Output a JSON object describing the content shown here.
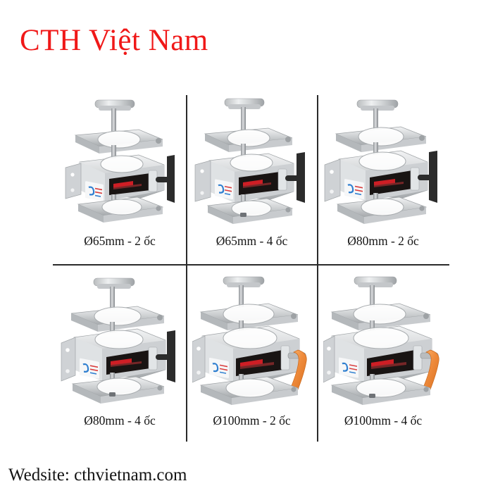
{
  "header": {
    "brand_title": "CTH Việt Nam",
    "brand_color": "#f01818"
  },
  "footer": {
    "website_label": "Wedsite: cthvietnam.com"
  },
  "grid": {
    "columns": 3,
    "rows": 2,
    "divider_color": "#2a2a2a",
    "products": [
      {
        "caption": "Ø65mm - 2 ốc",
        "diameter": "Ø65mm",
        "bolts": "2 ốc",
        "handle_type": "t-handle",
        "handle_color": "#2b2b2b",
        "body_color": "#d7d9da",
        "label_color": "#1a1513",
        "logo_color": "#d81f26"
      },
      {
        "caption": "Ø65mm - 4 ốc",
        "diameter": "Ø65mm",
        "bolts": "4 ốc",
        "handle_type": "t-handle",
        "handle_color": "#2b2b2b",
        "body_color": "#d7d9da",
        "label_color": "#1a1513",
        "logo_color": "#d81f26"
      },
      {
        "caption": "Ø80mm - 2 ốc",
        "diameter": "Ø80mm",
        "bolts": "2 ốc",
        "handle_type": "t-handle",
        "handle_color": "#2b2b2b",
        "body_color": "#d7d9da",
        "label_color": "#1a1513",
        "logo_color": "#d81f26"
      },
      {
        "caption": "Ø80mm - 4 ốc",
        "diameter": "Ø80mm",
        "bolts": "4 ốc",
        "handle_type": "t-handle",
        "handle_color": "#2b2b2b",
        "body_color": "#d7d9da",
        "label_color": "#1a1513",
        "logo_color": "#d81f26"
      },
      {
        "caption": "Ø100mm - 2 ốc",
        "diameter": "Ø100mm",
        "bolts": "2 ốc",
        "handle_type": "lever-handle",
        "handle_color": "#ef8b3c",
        "body_color": "#d7d9da",
        "label_color": "#1a1513",
        "logo_color": "#d81f26"
      },
      {
        "caption": "Ø100mm - 4 ốc",
        "diameter": "Ø100mm",
        "bolts": "4 ốc",
        "handle_type": "lever-handle",
        "handle_color": "#ef8b3c",
        "body_color": "#d7d9da",
        "label_color": "#1a1513",
        "logo_color": "#d81f26"
      }
    ]
  }
}
